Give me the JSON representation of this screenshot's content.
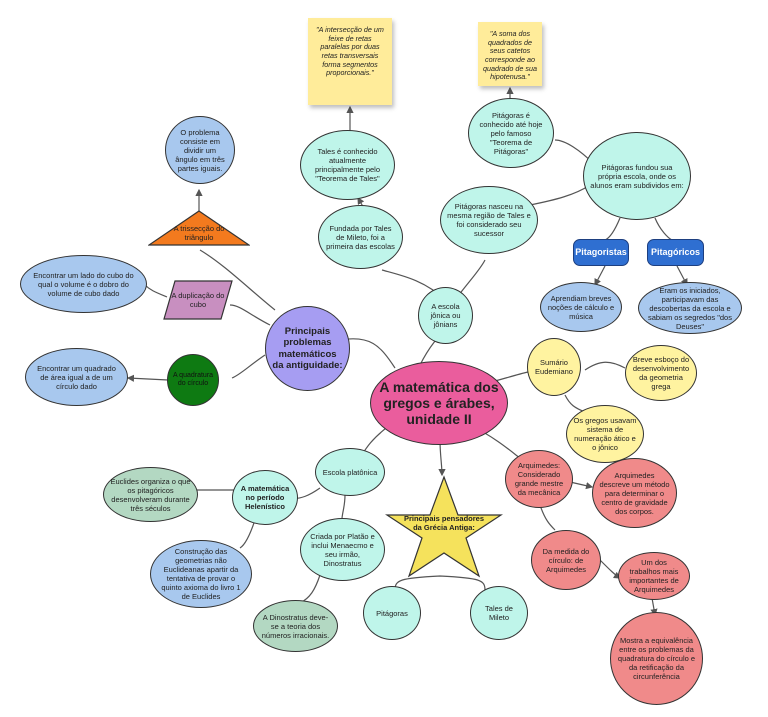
{
  "nodes": {
    "center": "A matemática dos gregos e árabes, unidade II",
    "problems_hub": "Principais problemas matemáticos da antiguidade:",
    "trisection": "A trissecção do triângulo",
    "trisection_desc": "O problema consiste em dividir um ângulo em três partes iguais.",
    "duplication": "A duplicação do cubo",
    "duplication_desc": "Encontrar um lado do cubo do qual o volume é o dobro do volume de cubo dado",
    "squaring": "A quadratura do círculo",
    "squaring_desc": "Encontrar um quadrado de área igual a de um círculo dado",
    "ionic_school": "A escola jônica ou jônians",
    "thales_founded": "Fundada por Tales de Mileto, foi a primeira das escolas",
    "thales_known": "Tales é conhecido atualmente principalmente pelo \"Teorema de Tales\"",
    "thales_note": "\"A intersecção de um feixe de retas paralelas por duas retas transversais forma segmentos proporcionais.\"",
    "pythagoras_born": "Pitágoras nasceu na mesma região de Tales e foi considerado seu sucessor",
    "pythagoras_known": "Pitágoras é conhecido até hoje pelo famoso \"Teorema de Pitágoras\"",
    "pythagoras_note": "\"A soma dos quadrados de seus catetos corresponde ao quadrado de sua hipotenusa.\"",
    "pythagoras_school": "Pitágoras fundou sua própria escola, onde os alunos eram subdividos em:",
    "pitagoristas": "Pitagoristas",
    "pitagoricos": "Pitagóricos",
    "pitagoristas_desc": "Aprendiam breves noções de cálculo e música",
    "pitagoricos_desc": "Eram os iniciados, participavam das descobertas da escola e sabiam os segredos \"dos Deuses\"",
    "eudemian": "Sumário Eudemiano",
    "eudemian_brief": "Breve esboço do desenvolvimento da geometria grega",
    "greek_numeration": "Os gregos usavam sistema de numeração ático e o jônico",
    "archimedes": "Arquimedes: Considerado grande mestre da mecânica",
    "archimedes_method": "Arquimedes descreve um método para determinar o centro de gravidade dos corpos.",
    "circle_measure": "Da medida do círculo: de Arquimedes",
    "archimedes_work": "Um dos trabalhos mais importantes de Arquimedes",
    "equivalence": "Mostra a equivalência entre os problemas da quadratura do círculo e da retificação da circunferência",
    "thinkers": "Principais pensadores da Grécia Antiga:",
    "pythagoras": "Pitágoras",
    "thales": "Tales de Mileto",
    "platonic": "Escola platônica",
    "plato_created": "Criada por Platão e inclui Menaecmo e seu irmão, Dinostratus",
    "dinostratus": "A Dinostratus deve-se a teoria dos números irracionais.",
    "hellenistic": "A matemática no período Helenístico",
    "euclid": "Euclides organiza o que os pitagóricos desenvolveram durante três séculos",
    "non_euclid": "Construção das geometrias não Euclideanas apartir da tentativa de provar o quinto axioma do livro 1 de Euclides"
  },
  "colors": {
    "center": "#ea5d9d",
    "hub": "#a69df2",
    "cyan": "#bff5ea",
    "blue": "#a8c8ee",
    "green": "#b3d8c2",
    "red": "#f08a8a",
    "yellow": "#fff3a0",
    "note": "#ffec9a",
    "orange": "#f37a1e",
    "pink": "#c88fc0",
    "dark_green": "#0e7a12",
    "star": "#f5e25c",
    "pill": "#2f6fd1"
  }
}
